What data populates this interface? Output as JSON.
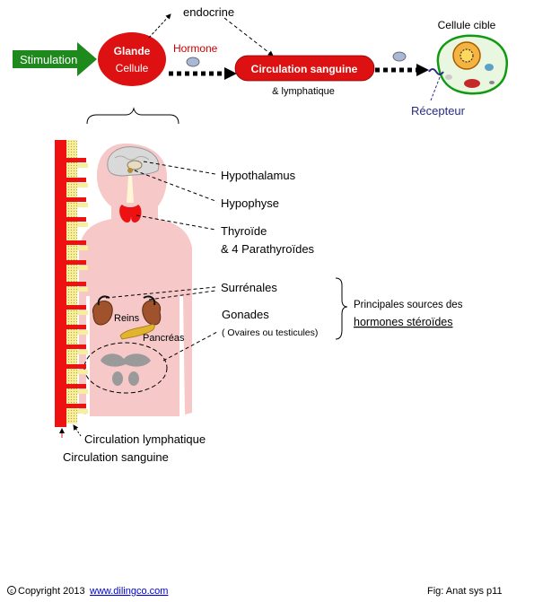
{
  "flow": {
    "stimulation": "Stimulation",
    "gland_title": "Glande",
    "gland_sub": "Cellule",
    "endocrine": "endocrine",
    "hormone": "Hormone",
    "circulation": "Circulation sanguine",
    "lymphatique": "& lymphatique",
    "target_cell": "Cellule cible",
    "receptor": "Récepteur"
  },
  "organs": {
    "hypothalamus": "Hypothalamus",
    "hypophyse": "Hypophyse",
    "thyroide": "Thyroïde",
    "parathyroides": "& 4 Parathyroïdes",
    "surrenales": "Surrénales",
    "gonades": "Gonades",
    "gonades_sub": "( Ovaires ou testicules)",
    "reins": "Reins",
    "pancreas": "Pancréas"
  },
  "steroid": {
    "line1": "Principales sources des",
    "line2": "hormones stéroïdes"
  },
  "circulation_labels": {
    "lymph": "Circulation lymphatique",
    "blood": "Circulation sanguine"
  },
  "footer": {
    "copyright": "Copyright 2013",
    "website": "www.dilingco.com",
    "fig": "Fig:  Anat sys  p11"
  },
  "colors": {
    "stimulation_green": "#1e8a1e",
    "gland_red": "#dd1111",
    "body_pink": "#f7c8c8",
    "vessel_red": "#ee1111",
    "lymph_yellow": "#f5ee9a",
    "hormone_text": "#cc0000",
    "receptor_blue": "#2a2a8a",
    "link_blue": "#0000cc"
  }
}
